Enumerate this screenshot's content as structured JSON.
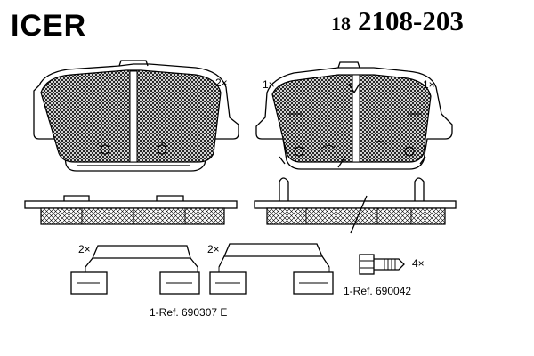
{
  "header": {
    "logo_text": "ICER",
    "prefix": "18",
    "part_number": "2108-203"
  },
  "pads": {
    "left_qty": "2×",
    "right_qty_left": "1×",
    "right_qty_right": "1×"
  },
  "accessories": {
    "clip_a_qty": "2×",
    "clip_b_qty": "2×",
    "clip_ref": "1-Ref. 690307 E",
    "bolt_qty": "4×",
    "bolt_ref": "1-Ref. 690042"
  },
  "colors": {
    "line": "#000000",
    "hatch": "#000000",
    "background": "#ffffff"
  },
  "icons": {
    "logo": "icer-logo",
    "bolt": "bolt-icon"
  }
}
